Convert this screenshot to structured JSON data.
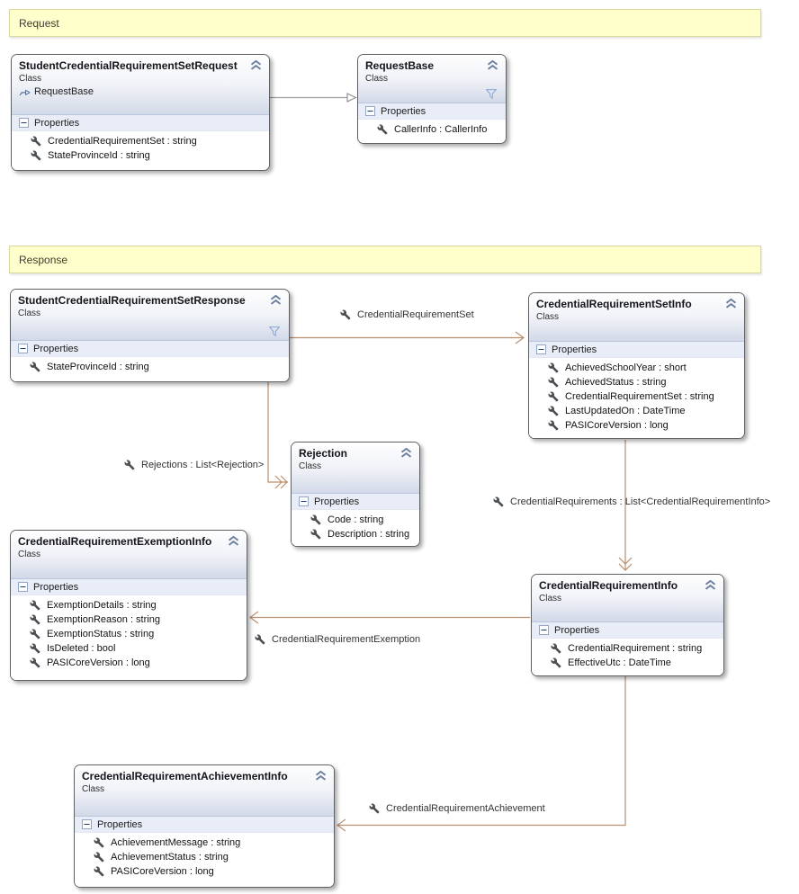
{
  "banners": [
    {
      "label": "Request"
    },
    {
      "label": "Response"
    }
  ],
  "labels": {
    "properties": "Properties"
  },
  "classes": [
    {
      "name": "StudentCredentialRequirementSetRequest",
      "kind": "Class",
      "base": "RequestBase",
      "properties": [
        "CredentialRequirementSet : string",
        "StateProvinceId : string"
      ]
    },
    {
      "name": "RequestBase",
      "kind": "Class",
      "properties": [
        "CallerInfo : CallerInfo"
      ]
    },
    {
      "name": "StudentCredentialRequirementSetResponse",
      "kind": "Class",
      "properties": [
        "StateProvinceId : string"
      ]
    },
    {
      "name": "CredentialRequirementSetInfo",
      "kind": "Class",
      "properties": [
        "AchievedSchoolYear : short",
        "AchievedStatus : string",
        "CredentialRequirementSet : string",
        "LastUpdatedOn : DateTime",
        "PASICoreVersion : long"
      ]
    },
    {
      "name": "Rejection",
      "kind": "Class",
      "properties": [
        "Code : string",
        "Description : string"
      ]
    },
    {
      "name": "CredentialRequirementExemptionInfo",
      "kind": "Class",
      "properties": [
        "ExemptionDetails : string",
        "ExemptionReason : string",
        "ExemptionStatus : string",
        "IsDeleted : bool",
        "PASICoreVersion : long"
      ]
    },
    {
      "name": "CredentialRequirementInfo",
      "kind": "Class",
      "properties": [
        "CredentialRequirement : string",
        "EffectiveUtc : DateTime"
      ]
    },
    {
      "name": "CredentialRequirementAchievementInfo",
      "kind": "Class",
      "properties": [
        "AchievementMessage : string",
        "AchievementStatus : string",
        "PASICoreVersion : long"
      ]
    }
  ],
  "associations": [
    {
      "label": "CredentialRequirementSet"
    },
    {
      "label": "Rejections : List<Rejection>"
    },
    {
      "label": "CredentialRequirements : List<CredentialRequirementInfo>"
    },
    {
      "label": "CredentialRequirementExemption"
    },
    {
      "label": "CredentialRequirementAchievement"
    }
  ],
  "colors": {
    "association_line": "#b98f6e",
    "inheritance_line": "#9e9e9e",
    "banner_background": "#ffffcc",
    "banner_border": "#d8d89c",
    "compartment_bar": "#e9edf7"
  }
}
